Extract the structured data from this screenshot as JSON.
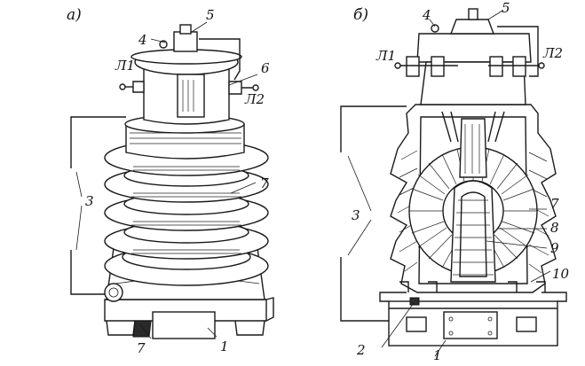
{
  "panels": {
    "a": {
      "caption": "а)"
    },
    "b": {
      "caption": "б)"
    }
  },
  "labels_a": {
    "n1": "1",
    "n3": "3",
    "n4": "4",
    "n5": "5",
    "n6": "6",
    "n7": "7",
    "n7b": "7",
    "l1": "Л1",
    "l2": "Л2"
  },
  "labels_b": {
    "n1": "1",
    "n2": "2",
    "n3": "3",
    "n4": "4",
    "n5": "5",
    "n7": "7",
    "n8": "8",
    "n9": "9",
    "n10": "10",
    "l1": "Л1",
    "l2": "Л2"
  }
}
